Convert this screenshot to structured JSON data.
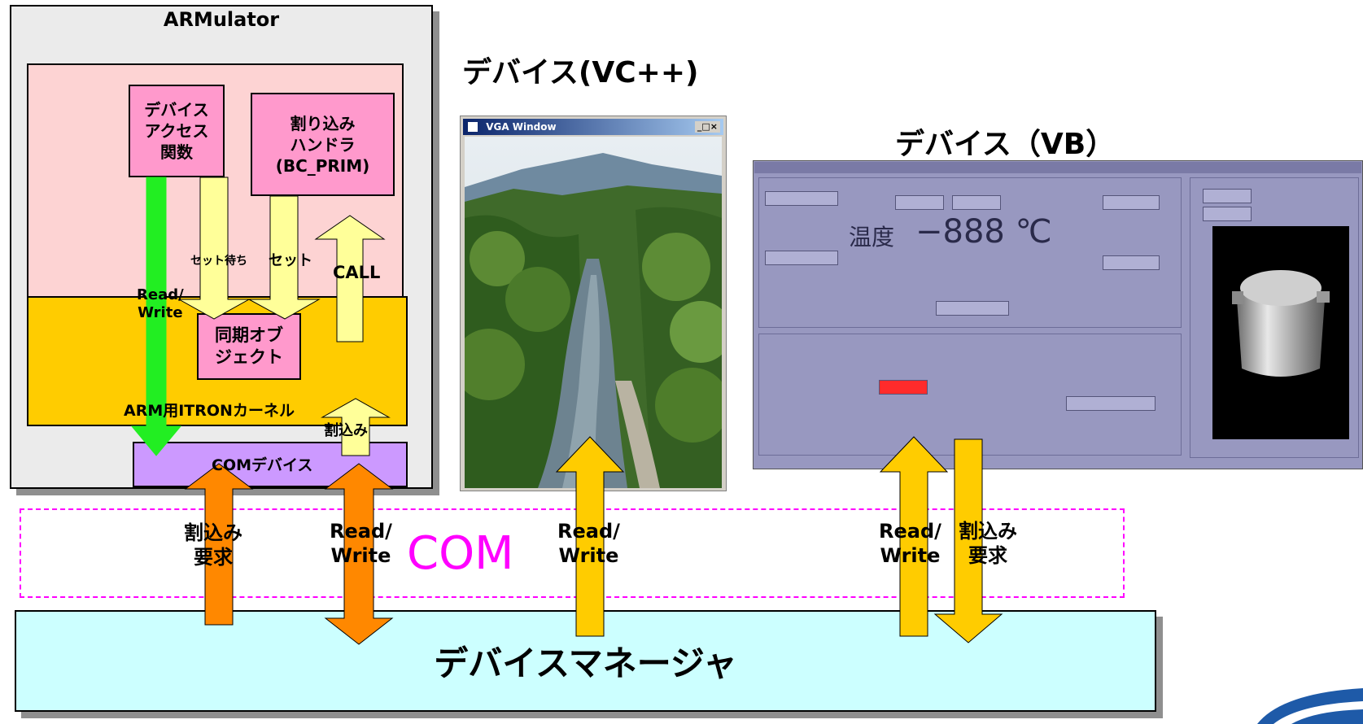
{
  "armulator": {
    "title": "ARMulator",
    "device_access_func": "デバイス\nアクセス\n関数",
    "interrupt_handler": "割り込み\nハンドラ\n(BC_PRIM)",
    "sync_object": "同期オブ\nジェクト",
    "kernel_label": "ARM用ITRONカーネル",
    "com_device": "COMデバイス",
    "label_read_write": "Read/\nWrite",
    "label_wait_set": "セット待ち",
    "label_set": "セット",
    "label_call": "CALL",
    "label_interrupt": "割込み"
  },
  "vc_device": {
    "title": "デバイス(VC++)",
    "window_title": "VGA Window",
    "window_controls": "_□×"
  },
  "vb_device": {
    "title": "デバイス（VB）",
    "temperature_label": "温度",
    "temperature_value": "−888 ℃"
  },
  "com": {
    "label": "COM",
    "arrow_labels": {
      "interrupt_request_1": "割込み\n要求",
      "read_write_1": "Read/\nWrite",
      "read_write_2": "Read/\nWrite",
      "read_write_3": "Read/\nWrite",
      "interrupt_request_2": "割込み\n要求"
    }
  },
  "device_manager": {
    "label": "デバイスマネージャ"
  },
  "colors": {
    "green_arrow": "#22ee22",
    "yellow_arrow": "#ffff99",
    "orange_arrow": "#ff8800",
    "gold_arrow": "#ffcc00",
    "com_magenta": "#ff00ff"
  }
}
